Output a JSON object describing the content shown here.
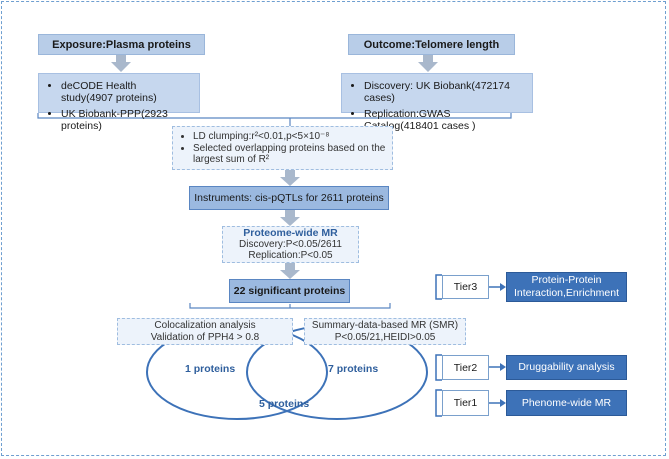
{
  "exposure": {
    "title": "Exposure:Plasma proteins",
    "items": [
      "deCODE Health study(4907 proteins)",
      "UK Biobank-PPP(2923 proteins)"
    ]
  },
  "outcome": {
    "title": "Outcome:Telomere length",
    "items": [
      "Discovery:  UK Biobank(472174 cases)",
      "Replication:GWAS Catalog(418401 cases )"
    ]
  },
  "clumping": {
    "items": [
      "LD clumping:r²<0.01,p<5×10⁻⁸",
      "Selected overlapping proteins based on the largest sum of R²"
    ]
  },
  "instruments": {
    "text": "Instruments:  cis-pQTLs for 2611 proteins"
  },
  "mr": {
    "title": "Proteome-wide MR",
    "line1": "Discovery:P<0.05/2611",
    "line2": "Replication:P<0.05"
  },
  "significant": {
    "text": "22 significant proteins"
  },
  "coloc": {
    "line1": "Colocalization analysis",
    "line2": "Validation of PPH4 > 0.8"
  },
  "smr": {
    "line1": "Summary-data-based MR (SMR)",
    "line2": "P<0.05/21,HEIDI>0.05"
  },
  "venn": {
    "left": "1 proteins",
    "right": "7 proteins",
    "center": "5 proteins"
  },
  "tiers": [
    {
      "tier": "Tier3",
      "label": "Protein-Protein Interaction,Enrichment"
    },
    {
      "tier": "Tier2",
      "label": "Druggability analysis"
    },
    {
      "tier": "Tier1",
      "label": "Phenome-wide MR"
    }
  ],
  "colors": {
    "dark_blue": "#3d72b8",
    "mid_blue": "#9bb9e0",
    "light_blue": "#c6d7ee",
    "arrow": "#a9b8cc",
    "border": "#6f9fd0"
  }
}
